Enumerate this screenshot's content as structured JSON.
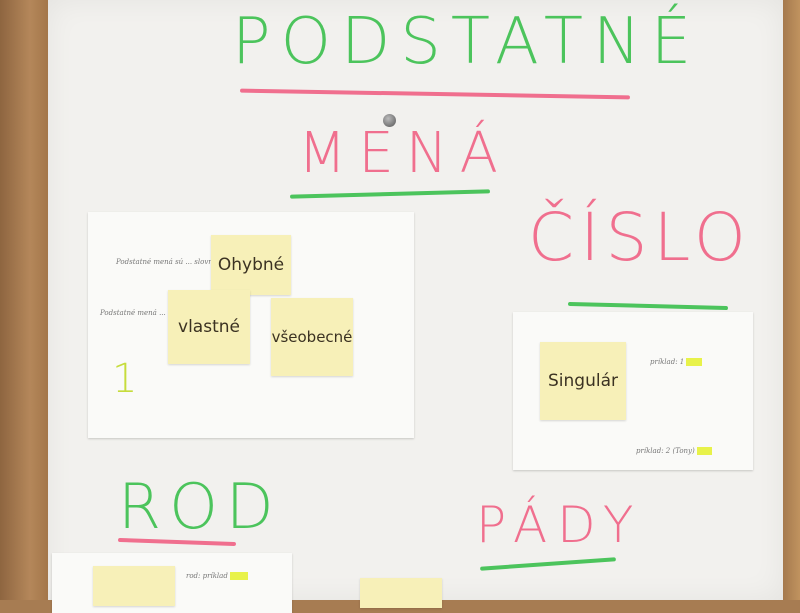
{
  "poster": {
    "title_line1": "PODSTATNÉ",
    "title_line2": "MENÁ",
    "heading_number": "ČÍSLO",
    "heading_gender": "ROD",
    "heading_cases": "PÁDY"
  },
  "left_sheet": {
    "text_line1": "Podstatné mená sú ... slovné druhy.",
    "text_line2": "Podstatné mená ...",
    "digit": "1"
  },
  "notes": {
    "ohybne": "Ohybné",
    "vlastne": "vlastné",
    "vseobecne": "všeobecné",
    "singular": "Singulár"
  },
  "right_sheet": {
    "example1_prefix": "príklad: 1",
    "example2_prefix": "príklad: 2 (Tony)"
  },
  "bottom_sheet": {
    "example_prefix": "rod: príklad"
  },
  "colors": {
    "green_marker": "#4cc45c",
    "pink_marker": "#f06f8e",
    "sticky_note": "#f7f0b8",
    "highlighter": "#e8f24a"
  }
}
